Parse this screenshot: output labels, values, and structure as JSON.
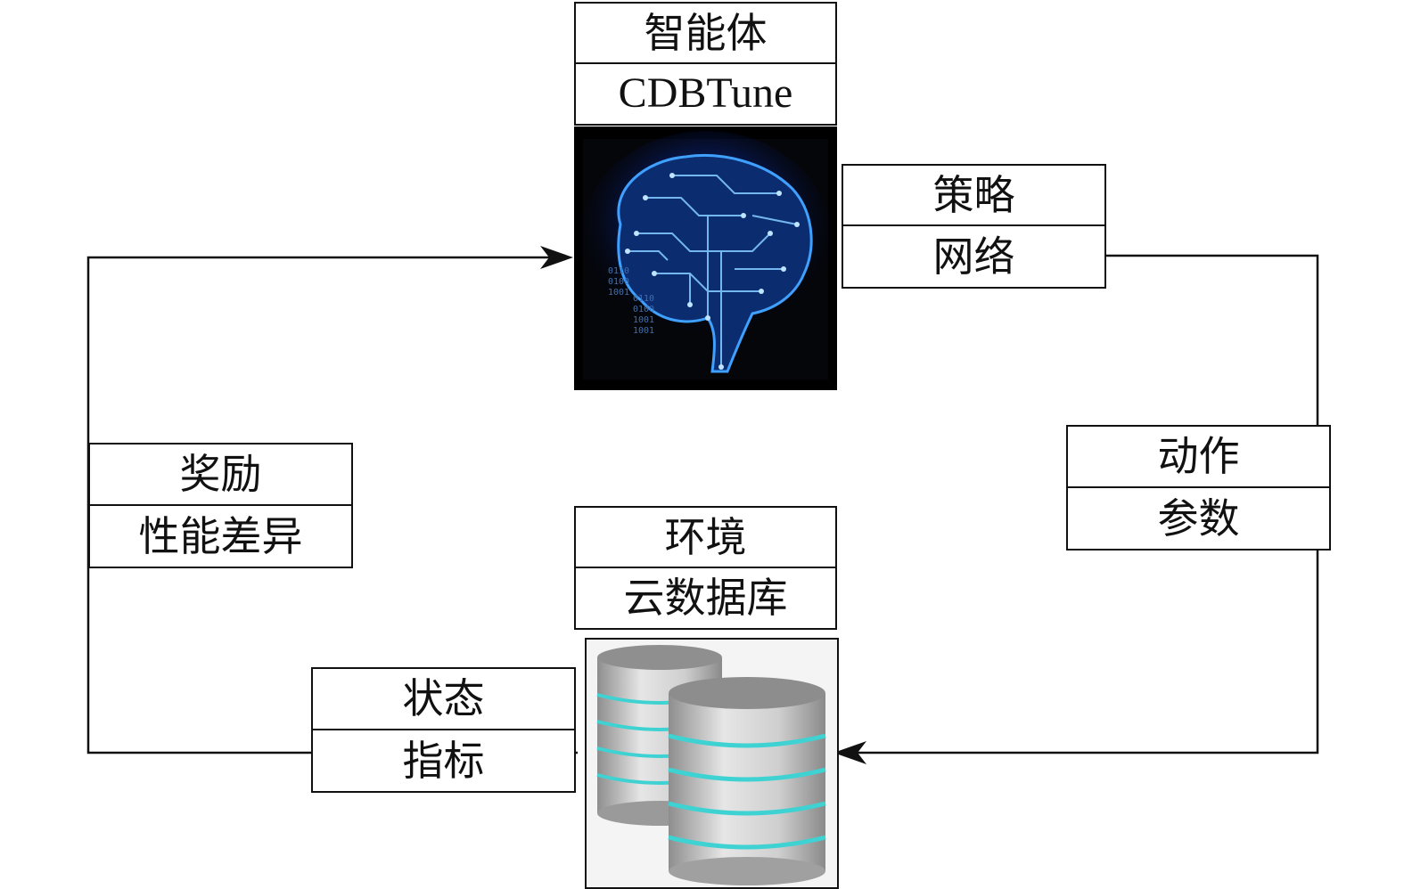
{
  "agent": {
    "role": "智能体",
    "name": "CDBTune"
  },
  "policy": {
    "line1": "策略",
    "line2": "网络"
  },
  "action": {
    "line1": "动作",
    "line2": "参数"
  },
  "environment": {
    "role": "环境",
    "name": "云数据库"
  },
  "state": {
    "line1": "状态",
    "line2": "指标"
  },
  "reward": {
    "line1": "奖励",
    "line2": "性能差异"
  },
  "icons": {
    "agent_image": "circuit-brain-icon",
    "environment_image": "database-cylinders-icon"
  },
  "colors": {
    "line": "#111111",
    "brain_glow": "#2a8cff",
    "db_ring": "#3fd2d2",
    "brain_bg": "#000000"
  }
}
